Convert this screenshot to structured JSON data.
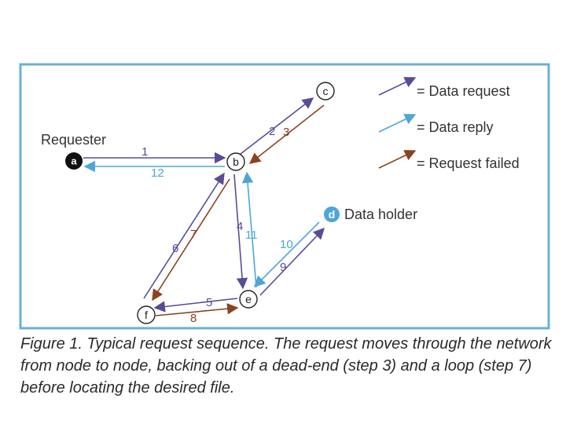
{
  "colors": {
    "frame": "#6ab0d8",
    "request": "#574d96",
    "reply": "#4ea6d6",
    "failed": "#8b4320",
    "node_fill": "#ffffff",
    "dark_node": "#111111",
    "data_node": "#4ea6d6",
    "text": "#333333"
  },
  "legend": {
    "request": "= Data request",
    "reply": "= Data reply",
    "failed": "= Request failed"
  },
  "labels": {
    "requester": "Requester",
    "data_holder": "Data holder"
  },
  "nodes": {
    "a": "a",
    "b": "b",
    "c": "c",
    "d": "d",
    "e": "e",
    "f": "f"
  },
  "steps": {
    "s1": "1",
    "s2": "2",
    "s3": "3",
    "s4": "4",
    "s5": "5",
    "s6": "6",
    "s7": "7",
    "s8": "8",
    "s9": "9",
    "s10": "10",
    "s11": "11",
    "s12": "12"
  },
  "caption": "Figure 1. Typical request sequence. The request moves through the network from node to node, backing out of a dead-end (step 3) and a loop (step 7) before locating the desired file."
}
